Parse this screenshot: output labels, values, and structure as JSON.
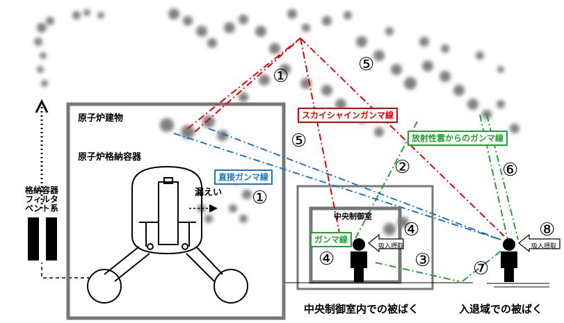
{
  "labels": {
    "reactor_building": "原子炉建物",
    "containment_vessel": "原子炉格納容器",
    "leakage": "漏えい",
    "vent_system": [
      "格納容器",
      "フィルタ",
      "ベント系"
    ],
    "central_control_room": "中央制御室",
    "inhalation": "吸入摂取"
  },
  "tags": {
    "skyshine": "スカイシャインガンマ線",
    "direct": "直接ガンマ線",
    "cloud": "放射性雲からのガンマ線",
    "gamma": "ガンマ線"
  },
  "numbers": [
    "①",
    "⑤",
    "⑤",
    "①",
    "②",
    "⑥",
    "④",
    "④",
    "③",
    "⑦",
    "⑧"
  ],
  "captions": {
    "control_room": "中央制御室内での被ばく",
    "entry_exit": "入退域での被ばく"
  },
  "colors": {
    "skyshine": "#e00000",
    "direct": "#1a74c6",
    "cloud": "#22a02a",
    "frame": "#777777"
  }
}
